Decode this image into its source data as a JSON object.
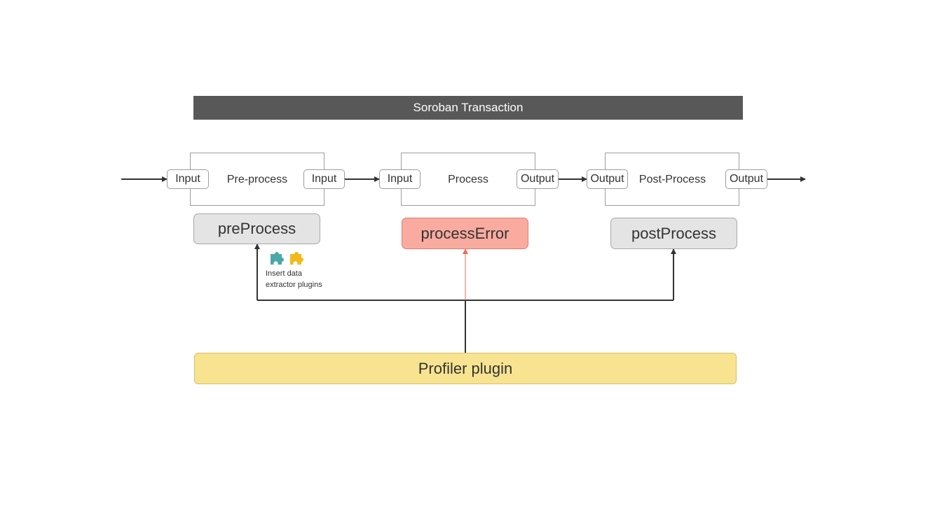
{
  "diagram": {
    "title": "Soroban Transaction",
    "stages": [
      {
        "label": "Pre-process",
        "in_port": "Input",
        "out_port": "Input"
      },
      {
        "label": "Process",
        "in_port": "Input",
        "out_port": "Output"
      },
      {
        "label": "Post-Process",
        "in_port": "Output",
        "out_port": "Output"
      }
    ],
    "hooks": {
      "pre": "preProcess",
      "error": "processError",
      "post": "postProcess"
    },
    "plugin_note": {
      "line1": "Insert data",
      "line2": "extractor plugins",
      "icons": [
        "puzzle-piece-teal-icon",
        "puzzle-piece-yellow-icon"
      ]
    },
    "profiler": "Profiler plugin",
    "colors": {
      "title_bar": "#585858",
      "hook_gray": "#e4e4e4",
      "hook_error": "#f9aba0",
      "profiler": "#f8e490",
      "wire": "#333333",
      "error_wire": "#f06a54",
      "puzzle_teal": "#4aa8a8",
      "puzzle_yellow": "#f3b91c"
    }
  }
}
